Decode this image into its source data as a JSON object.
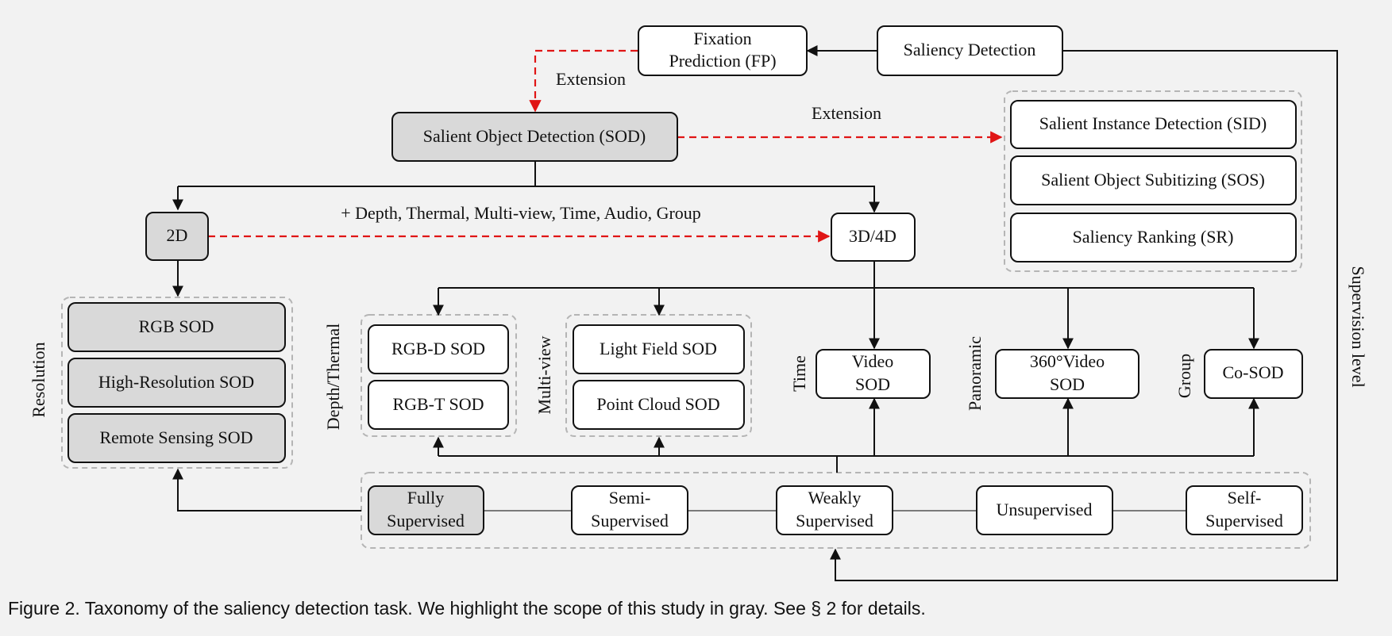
{
  "nodes": {
    "saliency_detection": "Saliency Detection",
    "fp_line1": "Fixation",
    "fp_line2": "Prediction (FP)",
    "sod": "Salient Object Detection (SOD)",
    "sid": "Salient Instance Detection (SID)",
    "sos": "Salient Object Subitizing (SOS)",
    "sr": "Saliency Ranking (SR)",
    "n2d": "2D",
    "n3d4d": "3D/4D",
    "rgb_sod": "RGB SOD",
    "hr_sod": "High-Resolution SOD",
    "rs_sod": "Remote Sensing SOD",
    "rgbd_sod": "RGB-D SOD",
    "rgbt_sod": "RGB-T SOD",
    "lf_sod": "Light Field SOD",
    "pc_sod": "Point Cloud SOD",
    "video_line1": "Video",
    "video_line2": "SOD",
    "v360_line1": "360°Video",
    "v360_line2": "SOD",
    "cosod": "Co-SOD",
    "fully_line1": "Fully",
    "fully_line2": "Supervised",
    "semi_line1": "Semi-",
    "semi_line2": "Supervised",
    "weakly_line1": "Weakly",
    "weakly_line2": "Supervised",
    "unsupervised": "Unsupervised",
    "self_line1": "Self-",
    "self_line2": "Supervised"
  },
  "labels": {
    "extension_fp": "Extension",
    "extension_sod": "Extension",
    "modalities": "+ Depth, Thermal, Multi-view, Time, Audio, Group",
    "resolution": "Resolution",
    "depth_thermal": "Depth/Thermal",
    "multi_view": "Multi-view",
    "time": "Time",
    "panoramic": "Panoramic",
    "group": "Group",
    "supervision_level": "Supervision level"
  },
  "caption": "Figure 2. Taxonomy of the saliency detection task. We highlight the scope of this study in gray. See § 2 for details.",
  "colors": {
    "highlight_gray": "#d9d9d9",
    "extension_red": "#e01515",
    "background": "#f2f2f2"
  }
}
